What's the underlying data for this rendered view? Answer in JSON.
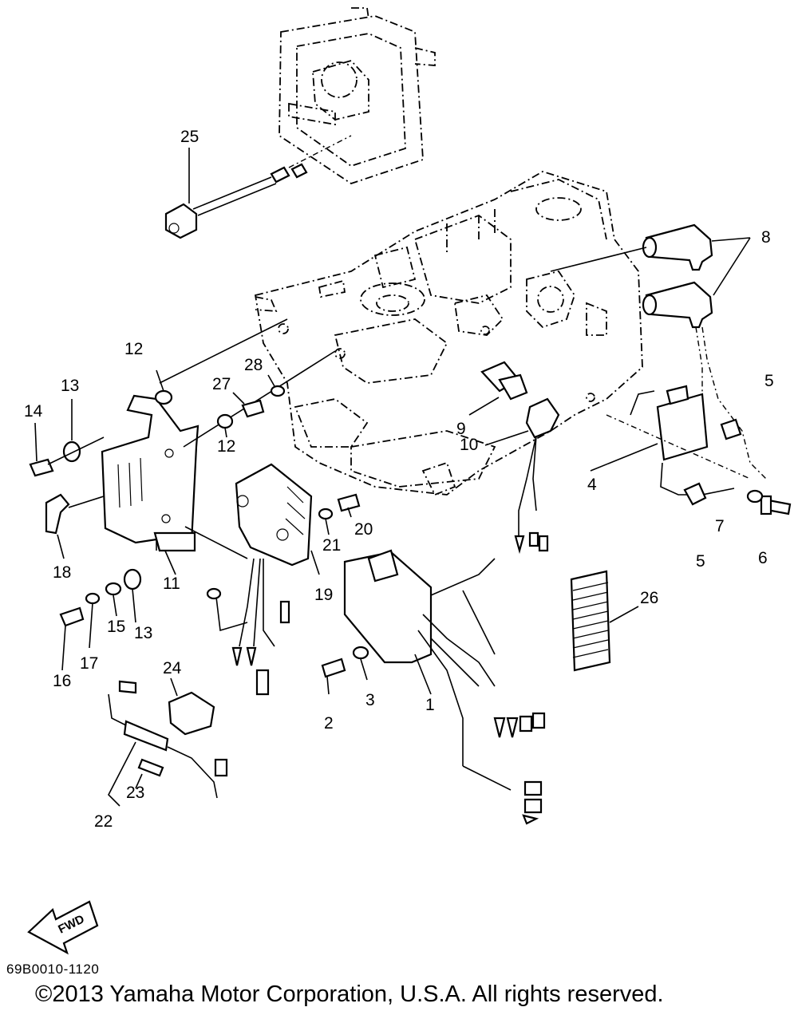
{
  "parts": [
    {
      "id": "p1",
      "label": "1"
    },
    {
      "id": "p2",
      "label": "2"
    },
    {
      "id": "p3",
      "label": "3"
    },
    {
      "id": "p4",
      "label": "4"
    },
    {
      "id": "p5a",
      "label": "5"
    },
    {
      "id": "p5b",
      "label": "5"
    },
    {
      "id": "p6",
      "label": "6"
    },
    {
      "id": "p7",
      "label": "7"
    },
    {
      "id": "p8",
      "label": "8"
    },
    {
      "id": "p9",
      "label": "9"
    },
    {
      "id": "p10",
      "label": "10"
    },
    {
      "id": "p11",
      "label": "11"
    },
    {
      "id": "p12a",
      "label": "12"
    },
    {
      "id": "p12b",
      "label": "12"
    },
    {
      "id": "p13a",
      "label": "13"
    },
    {
      "id": "p13b",
      "label": "13"
    },
    {
      "id": "p14",
      "label": "14"
    },
    {
      "id": "p15",
      "label": "15"
    },
    {
      "id": "p16",
      "label": "16"
    },
    {
      "id": "p17",
      "label": "17"
    },
    {
      "id": "p18",
      "label": "18"
    },
    {
      "id": "p19",
      "label": "19"
    },
    {
      "id": "p20",
      "label": "20"
    },
    {
      "id": "p21",
      "label": "21"
    },
    {
      "id": "p22",
      "label": "22"
    },
    {
      "id": "p23",
      "label": "23"
    },
    {
      "id": "p24",
      "label": "24"
    },
    {
      "id": "p25",
      "label": "25"
    },
    {
      "id": "p26",
      "label": "26"
    },
    {
      "id": "p27",
      "label": "27"
    },
    {
      "id": "p28",
      "label": "28"
    }
  ],
  "fwd_label": "FWD",
  "diagram_code": "69B0010-1120",
  "copyright": "©2013 Yamaha Motor Corporation, U.S.A. All rights reserved."
}
